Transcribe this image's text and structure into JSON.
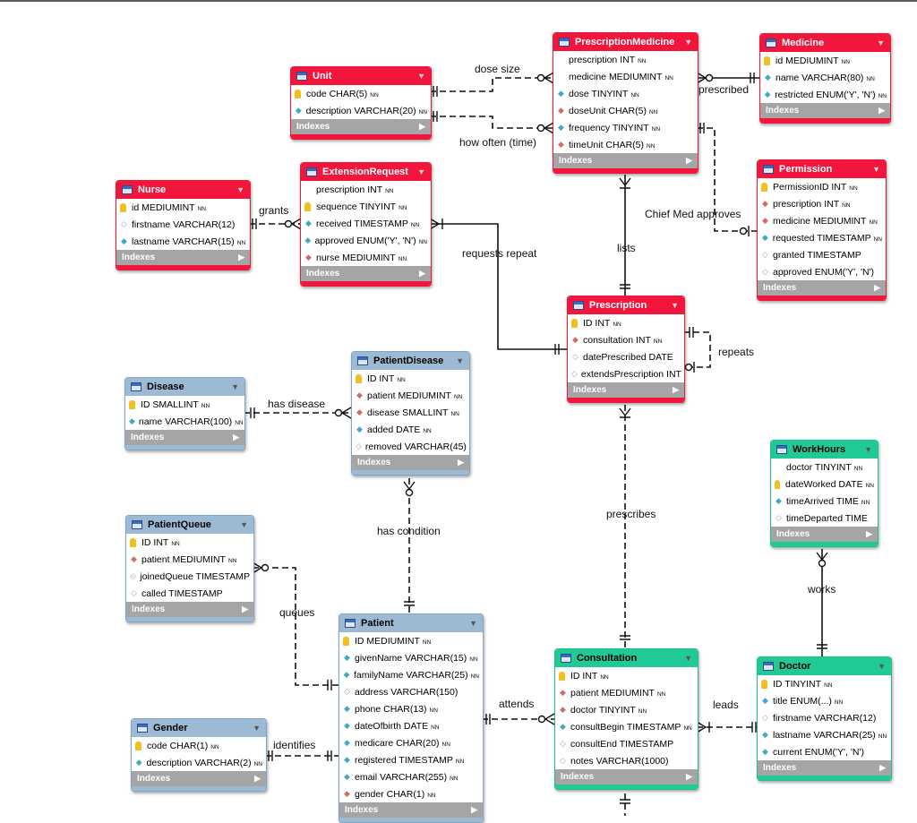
{
  "diagram": {
    "indexes_label": "Indexes",
    "tables": [
      {
        "id": "unit",
        "name": "Unit",
        "color": "red",
        "columns": [
          {
            "icon": "key",
            "text": "code CHAR(5)",
            "nn": true
          },
          {
            "icon": "nn",
            "text": "description VARCHAR(20)",
            "nn": true
          }
        ]
      },
      {
        "id": "prescription-medicine",
        "name": "PrescriptionMedicine",
        "color": "red",
        "columns": [
          {
            "icon": "none",
            "text": "prescription INT",
            "nn": true
          },
          {
            "icon": "none",
            "text": "medicine MEDIUMINT",
            "nn": true
          },
          {
            "icon": "nn",
            "text": "dose TINYINT",
            "nn": true
          },
          {
            "icon": "fk",
            "text": "doseUnit CHAR(5)",
            "nn": true
          },
          {
            "icon": "nn",
            "text": "frequency TINYINT",
            "nn": true
          },
          {
            "icon": "fk",
            "text": "timeUnit CHAR(5)",
            "nn": true
          }
        ]
      },
      {
        "id": "medicine",
        "name": "Medicine",
        "color": "red",
        "columns": [
          {
            "icon": "key",
            "text": "id MEDIUMINT",
            "nn": true
          },
          {
            "icon": "nn",
            "text": "name VARCHAR(80)",
            "nn": true
          },
          {
            "icon": "nn",
            "text": "restricted ENUM('Y', 'N')",
            "nn": true
          }
        ]
      },
      {
        "id": "nurse",
        "name": "Nurse",
        "color": "red",
        "columns": [
          {
            "icon": "key",
            "text": "id MEDIUMINT",
            "nn": true
          },
          {
            "icon": "null",
            "text": "firstname VARCHAR(12)",
            "nn": false
          },
          {
            "icon": "nn",
            "text": "lastname VARCHAR(15)",
            "nn": true
          }
        ]
      },
      {
        "id": "extension-request",
        "name": "ExtensionRequest",
        "color": "red",
        "columns": [
          {
            "icon": "none",
            "text": "prescription INT",
            "nn": true
          },
          {
            "icon": "key",
            "text": "sequence TINYINT",
            "nn": true
          },
          {
            "icon": "nn",
            "text": "received TIMESTAMP",
            "nn": true
          },
          {
            "icon": "nn",
            "text": "approved ENUM('Y', 'N')",
            "nn": true
          },
          {
            "icon": "fk",
            "text": "nurse MEDIUMINT",
            "nn": true
          }
        ]
      },
      {
        "id": "permission",
        "name": "Permission",
        "color": "red",
        "columns": [
          {
            "icon": "key",
            "text": "PermissionID INT",
            "nn": true
          },
          {
            "icon": "fk",
            "text": "prescription INT",
            "nn": true
          },
          {
            "icon": "fk",
            "text": "medicine MEDIUMINT",
            "nn": true
          },
          {
            "icon": "nn",
            "text": "requested TIMESTAMP",
            "nn": true
          },
          {
            "icon": "null",
            "text": "granted TIMESTAMP",
            "nn": false
          },
          {
            "icon": "null",
            "text": "approved ENUM('Y', 'N')",
            "nn": false
          }
        ]
      },
      {
        "id": "prescription",
        "name": "Prescription",
        "color": "red",
        "columns": [
          {
            "icon": "key",
            "text": "ID INT",
            "nn": true
          },
          {
            "icon": "fk",
            "text": "consultation INT",
            "nn": true
          },
          {
            "icon": "null",
            "text": "datePrescribed DATE",
            "nn": false
          },
          {
            "icon": "null",
            "text": "extendsPrescription INT",
            "nn": false
          }
        ]
      },
      {
        "id": "disease",
        "name": "Disease",
        "color": "blue",
        "columns": [
          {
            "icon": "key",
            "text": "ID SMALLINT",
            "nn": true
          },
          {
            "icon": "nn",
            "text": "name VARCHAR(100)",
            "nn": true
          }
        ]
      },
      {
        "id": "patient-disease",
        "name": "PatientDisease",
        "color": "blue",
        "columns": [
          {
            "icon": "key",
            "text": "ID INT",
            "nn": true
          },
          {
            "icon": "fk",
            "text": "patient MEDIUMINT",
            "nn": true
          },
          {
            "icon": "fk",
            "text": "disease SMALLINT",
            "nn": true
          },
          {
            "icon": "nn",
            "text": "added DATE",
            "nn": true
          },
          {
            "icon": "null",
            "text": "removed VARCHAR(45)",
            "nn": false
          }
        ]
      },
      {
        "id": "work-hours",
        "name": "WorkHours",
        "color": "green",
        "columns": [
          {
            "icon": "none",
            "text": "doctor TINYINT",
            "nn": true
          },
          {
            "icon": "key",
            "text": "dateWorked DATE",
            "nn": true
          },
          {
            "icon": "nn",
            "text": "timeArrived TIME",
            "nn": true
          },
          {
            "icon": "null",
            "text": "timeDeparted TIME",
            "nn": false
          }
        ]
      },
      {
        "id": "patient-queue",
        "name": "PatientQueue",
        "color": "blue",
        "columns": [
          {
            "icon": "key",
            "text": "ID INT",
            "nn": true
          },
          {
            "icon": "fk",
            "text": "patient MEDIUMINT",
            "nn": true
          },
          {
            "icon": "null",
            "text": "joinedQueue TIMESTAMP",
            "nn": false
          },
          {
            "icon": "null",
            "text": "called TIMESTAMP",
            "nn": false
          }
        ]
      },
      {
        "id": "patient",
        "name": "Patient",
        "color": "blue",
        "columns": [
          {
            "icon": "key",
            "text": "ID MEDIUMINT",
            "nn": true
          },
          {
            "icon": "nn",
            "text": "givenName VARCHAR(15)",
            "nn": true
          },
          {
            "icon": "nn",
            "text": "familyName VARCHAR(25)",
            "nn": true
          },
          {
            "icon": "null",
            "text": "address VARCHAR(150)",
            "nn": false
          },
          {
            "icon": "nn",
            "text": "phone CHAR(13)",
            "nn": true
          },
          {
            "icon": "nn",
            "text": "dateOfbirth DATE",
            "nn": true
          },
          {
            "icon": "nn",
            "text": "medicare CHAR(20)",
            "nn": true
          },
          {
            "icon": "nn",
            "text": "registered TIMESTAMP",
            "nn": true
          },
          {
            "icon": "nn",
            "text": "email VARCHAR(255)",
            "nn": true
          },
          {
            "icon": "fk",
            "text": "gender CHAR(1)",
            "nn": true
          }
        ]
      },
      {
        "id": "gender",
        "name": "Gender",
        "color": "blue",
        "columns": [
          {
            "icon": "key",
            "text": "code CHAR(1)",
            "nn": true
          },
          {
            "icon": "nn",
            "text": "description VARCHAR(2)",
            "nn": true
          }
        ]
      },
      {
        "id": "consultation",
        "name": "Consultation",
        "color": "green",
        "columns": [
          {
            "icon": "key",
            "text": "ID INT",
            "nn": true
          },
          {
            "icon": "fk",
            "text": "patient MEDIUMINT",
            "nn": true
          },
          {
            "icon": "fk",
            "text": "doctor TINYINT",
            "nn": true
          },
          {
            "icon": "nn",
            "text": "consultBegin TIMESTAMP",
            "nn": true
          },
          {
            "icon": "null",
            "text": "consultEnd TIMESTAMP",
            "nn": false
          },
          {
            "icon": "null",
            "text": "notes VARCHAR(1000)",
            "nn": false
          }
        ]
      },
      {
        "id": "doctor",
        "name": "Doctor",
        "color": "green",
        "columns": [
          {
            "icon": "key",
            "text": "ID TINYINT",
            "nn": true
          },
          {
            "icon": "nn",
            "text": "title ENUM(...)",
            "nn": true
          },
          {
            "icon": "null",
            "text": "firstname VARCHAR(12)",
            "nn": false
          },
          {
            "icon": "nn",
            "text": "lastname VARCHAR(25)",
            "nn": true
          },
          {
            "icon": "nn",
            "text": "current ENUM('Y', 'N')",
            "nn": false
          }
        ]
      }
    ],
    "relationships": [
      {
        "id": "dose-size",
        "label": "dose size"
      },
      {
        "id": "how-often",
        "label": "how often (time)"
      },
      {
        "id": "prescribed",
        "label": "prescribed"
      },
      {
        "id": "grants",
        "label": "grants"
      },
      {
        "id": "chief-med-approves",
        "label": "Chief Med approves"
      },
      {
        "id": "lists",
        "label": "lists"
      },
      {
        "id": "requests-repeat",
        "label": "requests repeat"
      },
      {
        "id": "repeats",
        "label": "repeats"
      },
      {
        "id": "has-disease",
        "label": "has disease"
      },
      {
        "id": "prescribes",
        "label": "prescribes"
      },
      {
        "id": "has-condition",
        "label": "has condition"
      },
      {
        "id": "works",
        "label": "works"
      },
      {
        "id": "queues",
        "label": "queues"
      },
      {
        "id": "attends",
        "label": "attends"
      },
      {
        "id": "leads",
        "label": "leads"
      },
      {
        "id": "identifies",
        "label": "identifies"
      }
    ]
  }
}
